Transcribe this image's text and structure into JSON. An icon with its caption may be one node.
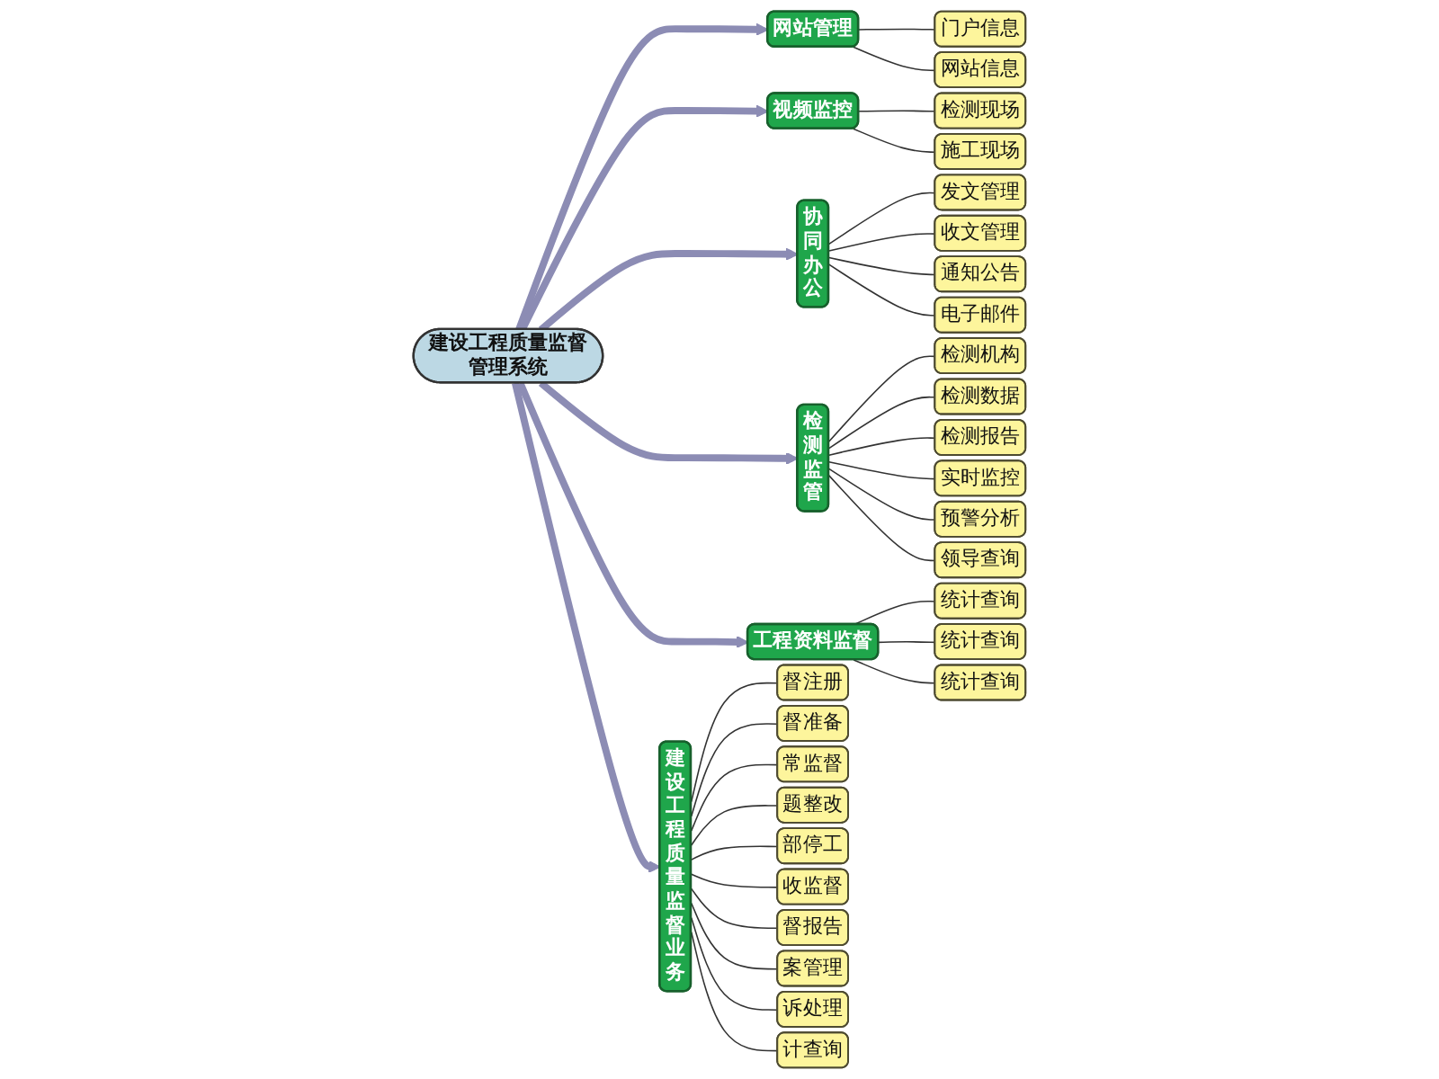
{
  "diagram": {
    "nodes": [
      {
        "text": [
          "建设工程质量监督管理系统"
        ]
      },
      {
        "text": [
          "网站管理"
        ]
      },
      {
        "text": [
          "视频监控"
        ]
      },
      {
        "text": [
          "协同办公"
        ]
      },
      {
        "text": [
          "检测监管"
        ]
      },
      {
        "text": [
          "工程资料监督"
        ]
      },
      {
        "text": [
          "建设工程质量监督业务"
        ]
      },
      {
        "text": [
          "门户信息"
        ]
      },
      {
        "text": [
          "网站信息"
        ]
      },
      {
        "text": [
          "检测现场"
        ]
      },
      {
        "text": [
          "施工现场"
        ]
      },
      {
        "text": [
          "发文管理"
        ]
      },
      {
        "text": [
          "收文管理"
        ]
      },
      {
        "text": [
          "通知公告"
        ]
      },
      {
        "text": [
          "电子邮件"
        ]
      },
      {
        "text": [
          "检测机构"
        ]
      },
      {
        "text": [
          "检测数据"
        ]
      },
      {
        "text": [
          "检测报告"
        ]
      },
      {
        "text": [
          "实时监控"
        ]
      },
      {
        "text": [
          "预警分析"
        ]
      },
      {
        "text": [
          "领导查询"
        ]
      },
      {
        "text": [
          "统计查询"
        ]
      },
      {
        "text": [
          "统计查询"
        ]
      },
      {
        "text": [
          "统计查询"
        ]
      },
      {
        "text": [
          "督注册"
        ]
      },
      {
        "text": [
          "督准备"
        ]
      },
      {
        "text": [
          "常监督"
        ]
      },
      {
        "text": [
          "题整改"
        ]
      },
      {
        "text": [
          "部停工"
        ]
      },
      {
        "text": [
          "收监督"
        ]
      },
      {
        "text": [
          "督报告"
        ]
      },
      {
        "text": [
          "案管理"
        ]
      },
      {
        "text": [
          "诉处理"
        ]
      },
      {
        "text": [
          "计查询"
        ]
      }
    ],
    "edges": [
      {
        "from": 0,
        "to": 1,
        "arrow": "to",
        "style": "thick",
        "color": "#8c8cb4"
      },
      {
        "from": 0,
        "to": 2,
        "arrow": "to",
        "style": "thick",
        "color": "#8c8cb4"
      },
      {
        "from": 0,
        "to": 3,
        "arrow": "to",
        "style": "thick",
        "color": "#8c8cb4"
      },
      {
        "from": 0,
        "to": 4,
        "arrow": "to",
        "style": "thick",
        "color": "#8c8cb4"
      },
      {
        "from": 0,
        "to": 5,
        "arrow": "to",
        "style": "thick",
        "color": "#8c8cb4"
      },
      {
        "from": 0,
        "to": 6,
        "arrow": "to",
        "style": "thick",
        "color": "#8c8cb4"
      },
      {
        "from": 1,
        "to": 7,
        "arrow": "none"
      },
      {
        "from": 1,
        "to": 8,
        "arrow": "none"
      },
      {
        "from": 2,
        "to": 9,
        "arrow": "none"
      },
      {
        "from": 2,
        "to": 10,
        "arrow": "none"
      },
      {
        "from": 3,
        "to": 11,
        "arrow": "none"
      },
      {
        "from": 3,
        "to": 12,
        "arrow": "none"
      },
      {
        "from": 3,
        "to": 13,
        "arrow": "none"
      },
      {
        "from": 3,
        "to": 14,
        "arrow": "none"
      },
      {
        "from": 4,
        "to": 15,
        "arrow": "none"
      },
      {
        "from": 4,
        "to": 16,
        "arrow": "none"
      },
      {
        "from": 4,
        "to": 17,
        "arrow": "none"
      },
      {
        "from": 4,
        "to": 18,
        "arrow": "none"
      },
      {
        "from": 4,
        "to": 19,
        "arrow": "none"
      },
      {
        "from": 4,
        "to": 20,
        "arrow": "none"
      },
      {
        "from": 5,
        "to": 21,
        "arrow": "none"
      },
      {
        "from": 5,
        "to": 22,
        "arrow": "none"
      },
      {
        "from": 5,
        "to": 23,
        "arrow": "none"
      },
      {
        "from": 6,
        "to": 24,
        "arrow": "none"
      },
      {
        "from": 6,
        "to": 25,
        "arrow": "none"
      },
      {
        "from": 6,
        "to": 26,
        "arrow": "none"
      },
      {
        "from": 6,
        "to": 27,
        "arrow": "none"
      },
      {
        "from": 6,
        "to": 28,
        "arrow": "none"
      },
      {
        "from": 6,
        "to": 29,
        "arrow": "none"
      },
      {
        "from": 6,
        "to": 30,
        "arrow": "none"
      },
      {
        "from": 6,
        "to": 31,
        "arrow": "none"
      },
      {
        "from": 6,
        "to": 32,
        "arrow": "none"
      },
      {
        "from": 6,
        "to": 33,
        "arrow": "none"
      }
    ]
  }
}
